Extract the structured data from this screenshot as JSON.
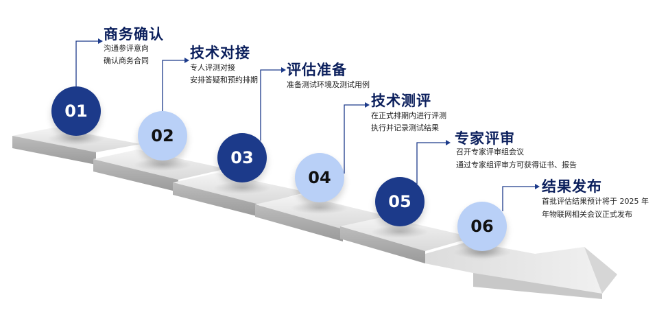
{
  "colors": {
    "dark_circle": "#1c3a8a",
    "light_circle": "#b9d0f7",
    "title": "#0b1f5c",
    "connector": "#1c3a8a"
  },
  "steps": [
    {
      "number": "01",
      "title": "商务确认",
      "lines": [
        "沟通参评意向",
        "确认商务合同"
      ]
    },
    {
      "number": "02",
      "title": "技术对接",
      "lines": [
        "专人评测对接",
        "安排答疑和预约排期"
      ]
    },
    {
      "number": "03",
      "title": "评估准备",
      "lines": [
        "准备测试环境及测试用例"
      ]
    },
    {
      "number": "04",
      "title": "技术测评",
      "lines": [
        "在正式排期内进行评测",
        "执行并记录测试结果"
      ]
    },
    {
      "number": "05",
      "title": "专家评审",
      "lines": [
        "召开专家评审组会议",
        "通过专家组评审方可获得证书、报告"
      ]
    },
    {
      "number": "06",
      "title": "结果发布",
      "lines": [
        "首批评估结果预计将于 2025 年",
        "年物联网相关会议正式发布"
      ]
    }
  ]
}
